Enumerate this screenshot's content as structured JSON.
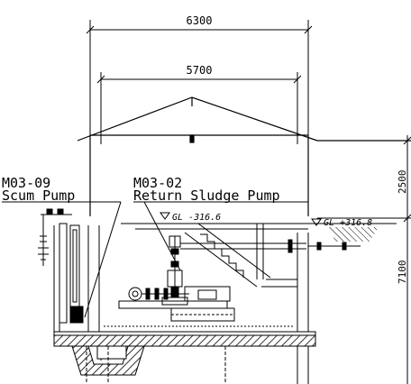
{
  "drawing": {
    "dimensions": {
      "outer_width": "6300",
      "inner_width": "5700",
      "right_upper": "2500",
      "right_lower": "7100"
    },
    "tags": {
      "scum_pump": {
        "code": "M03-09",
        "name": "Scum Pump"
      },
      "return_sludge_pump": {
        "code": "M03-02",
        "name": "Return Sludge Pump"
      }
    },
    "levels": {
      "inside": "GL -316.6",
      "outside": "GL +316.8"
    }
  }
}
